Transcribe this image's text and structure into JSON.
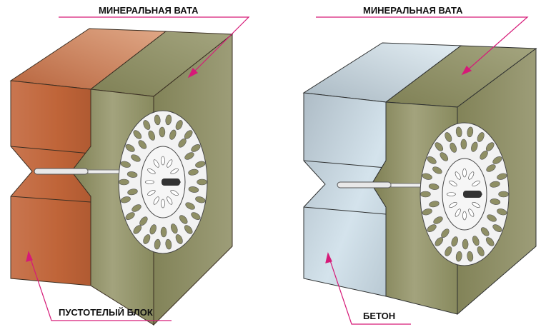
{
  "labels": {
    "left_top": "МИНЕРАЛЬНАЯ ВАТА",
    "right_top": "МИНЕРАЛЬНАЯ ВАТА",
    "left_bottom": "ПУСТОТЕЛЫЙ БЛОК",
    "right_bottom": "БЕТОН"
  },
  "colors": {
    "brick": "#c56a43",
    "wool": "#8f8f65",
    "concrete": "#c5d5de",
    "leader": "#d61a78",
    "disk": "#f2f2f2"
  }
}
